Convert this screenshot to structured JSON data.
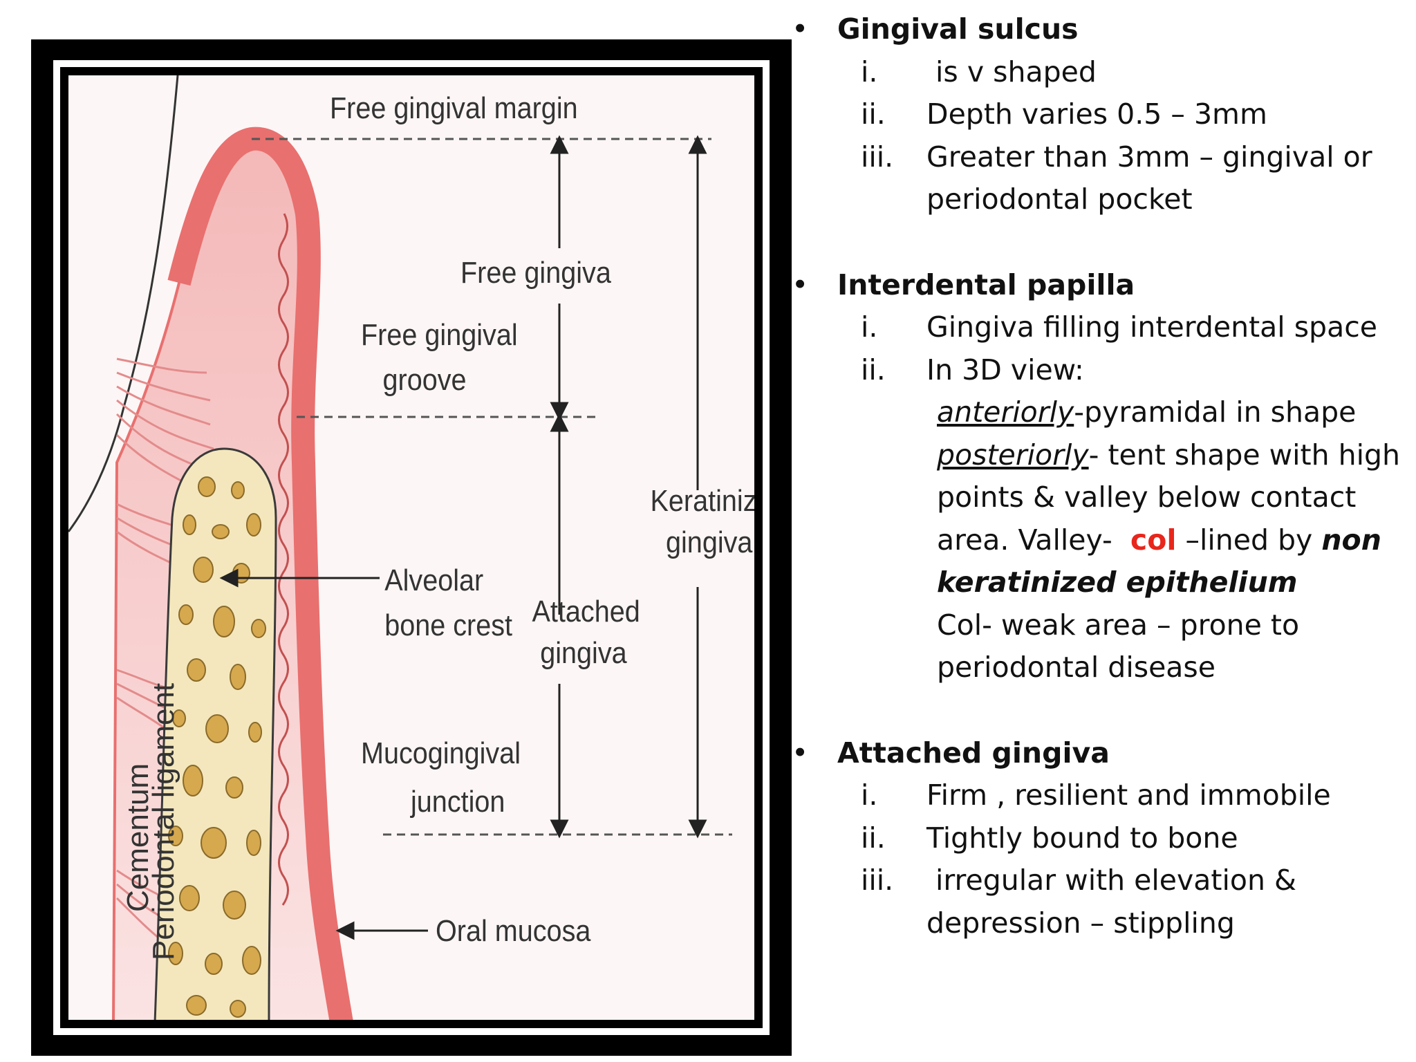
{
  "diagram": {
    "labels": {
      "free_gingival_margin": "Free gingival margin",
      "free_gingiva": "Free gingiva",
      "free_gingival_groove_1": "Free gingival",
      "free_gingival_groove_2": "groove",
      "keratinized_gingiva_1": "Keratinized",
      "keratinized_gingiva_2": "gingiva",
      "alveolar_bone_crest_1": "Alveolar",
      "alveolar_bone_crest_2": "bone crest",
      "attached_gingiva_1": "Attached",
      "attached_gingiva_2": "gingiva",
      "mucogingival_junction_1": "Mucogingival",
      "mucogingival_junction_2": "junction",
      "oral_mucosa": "Oral mucosa",
      "cementum": "Cementum",
      "periodontal_ligament": "Periodontal ligament"
    },
    "colors": {
      "gingiva_edge": "#e8706f",
      "gingiva_fill": "#f8d0d0",
      "bone_fill": "#f4e7bd",
      "bone_spots": "#d6a94f"
    }
  },
  "notes": {
    "bullet": "•",
    "sections": [
      {
        "title": "Gingival sulcus",
        "items": [
          {
            "num": "i.",
            "text": " is v shaped"
          },
          {
            "num": "ii.",
            "text": "Depth varies 0.5 – 3mm"
          },
          {
            "num": "iii.",
            "text": "Greater than 3mm – gingival or"
          },
          {
            "num": "",
            "text": "periodontal pocket"
          }
        ]
      },
      {
        "title": "Interdental papilla",
        "items": [
          {
            "num": "i.",
            "text": "Gingiva filling interdental space"
          },
          {
            "num": "ii.",
            "text": "In 3D view:"
          }
        ],
        "sub": {
          "anteriorly": "anteriorly",
          "anteriorly_rest": "-pyramidal in shape",
          "posteriorly": "posteriorly",
          "posteriorly_rest": "- tent shape with high",
          "line3": "points & valley below contact",
          "line4_a": "area. Valley-  ",
          "col": "col",
          "line4_b": " –lined by ",
          "non": "non",
          "line5": "keratinized epithelium",
          "line6": "Col- weak area – prone to",
          "line7": "periodontal disease"
        }
      },
      {
        "title": "Attached gingiva",
        "items": [
          {
            "num": "i.",
            "text": "Firm , resilient and immobile"
          },
          {
            "num": "ii.",
            "text": "Tightly bound to bone"
          },
          {
            "num": "iii.",
            "text": " irregular with elevation &"
          },
          {
            "num": "",
            "text": "depression – stippling"
          }
        ]
      }
    ]
  }
}
